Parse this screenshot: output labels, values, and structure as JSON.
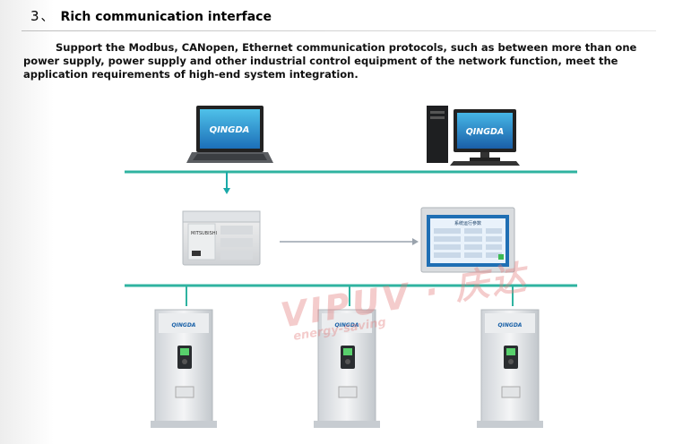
{
  "section": {
    "number": "3",
    "separator": "、",
    "title": "Rich communication interface",
    "description": "Support the Modbus, CANopen, Ethernet communication protocols, such as between more than one power supply, power supply and other industrial control equipment of the network function, meet the application requirements of high-end system integration."
  },
  "diagram": {
    "laptop_screen_brand": "QINGDA",
    "desktop_screen_brand": "QINGDA",
    "plc_brand": "MITSUBISHI",
    "hmi_title": "系统运行参数",
    "drive_logo": "QINGDA",
    "colors": {
      "network_line": "#2fb3a0",
      "arrow": "#1aa9a8",
      "plc_link": "#9aa3ad"
    }
  },
  "watermark": {
    "main": "VIPUV · 庆达",
    "sub": "energy-saving"
  }
}
